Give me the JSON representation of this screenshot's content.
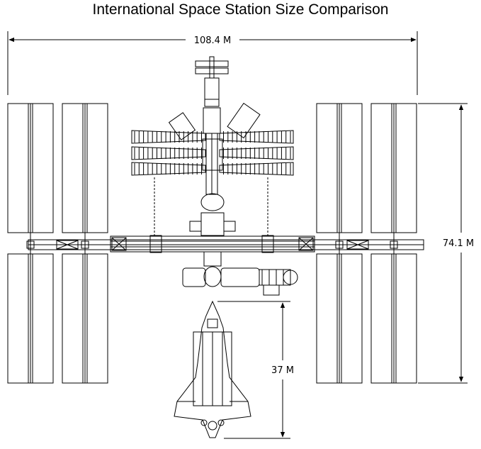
{
  "title": "International Space Station Size Comparison",
  "dimensions": {
    "width_label": "108.4 M",
    "height_label": "74.1 M",
    "shuttle_label": "37 M"
  },
  "colors": {
    "line": "#000000",
    "background": "#ffffff"
  }
}
